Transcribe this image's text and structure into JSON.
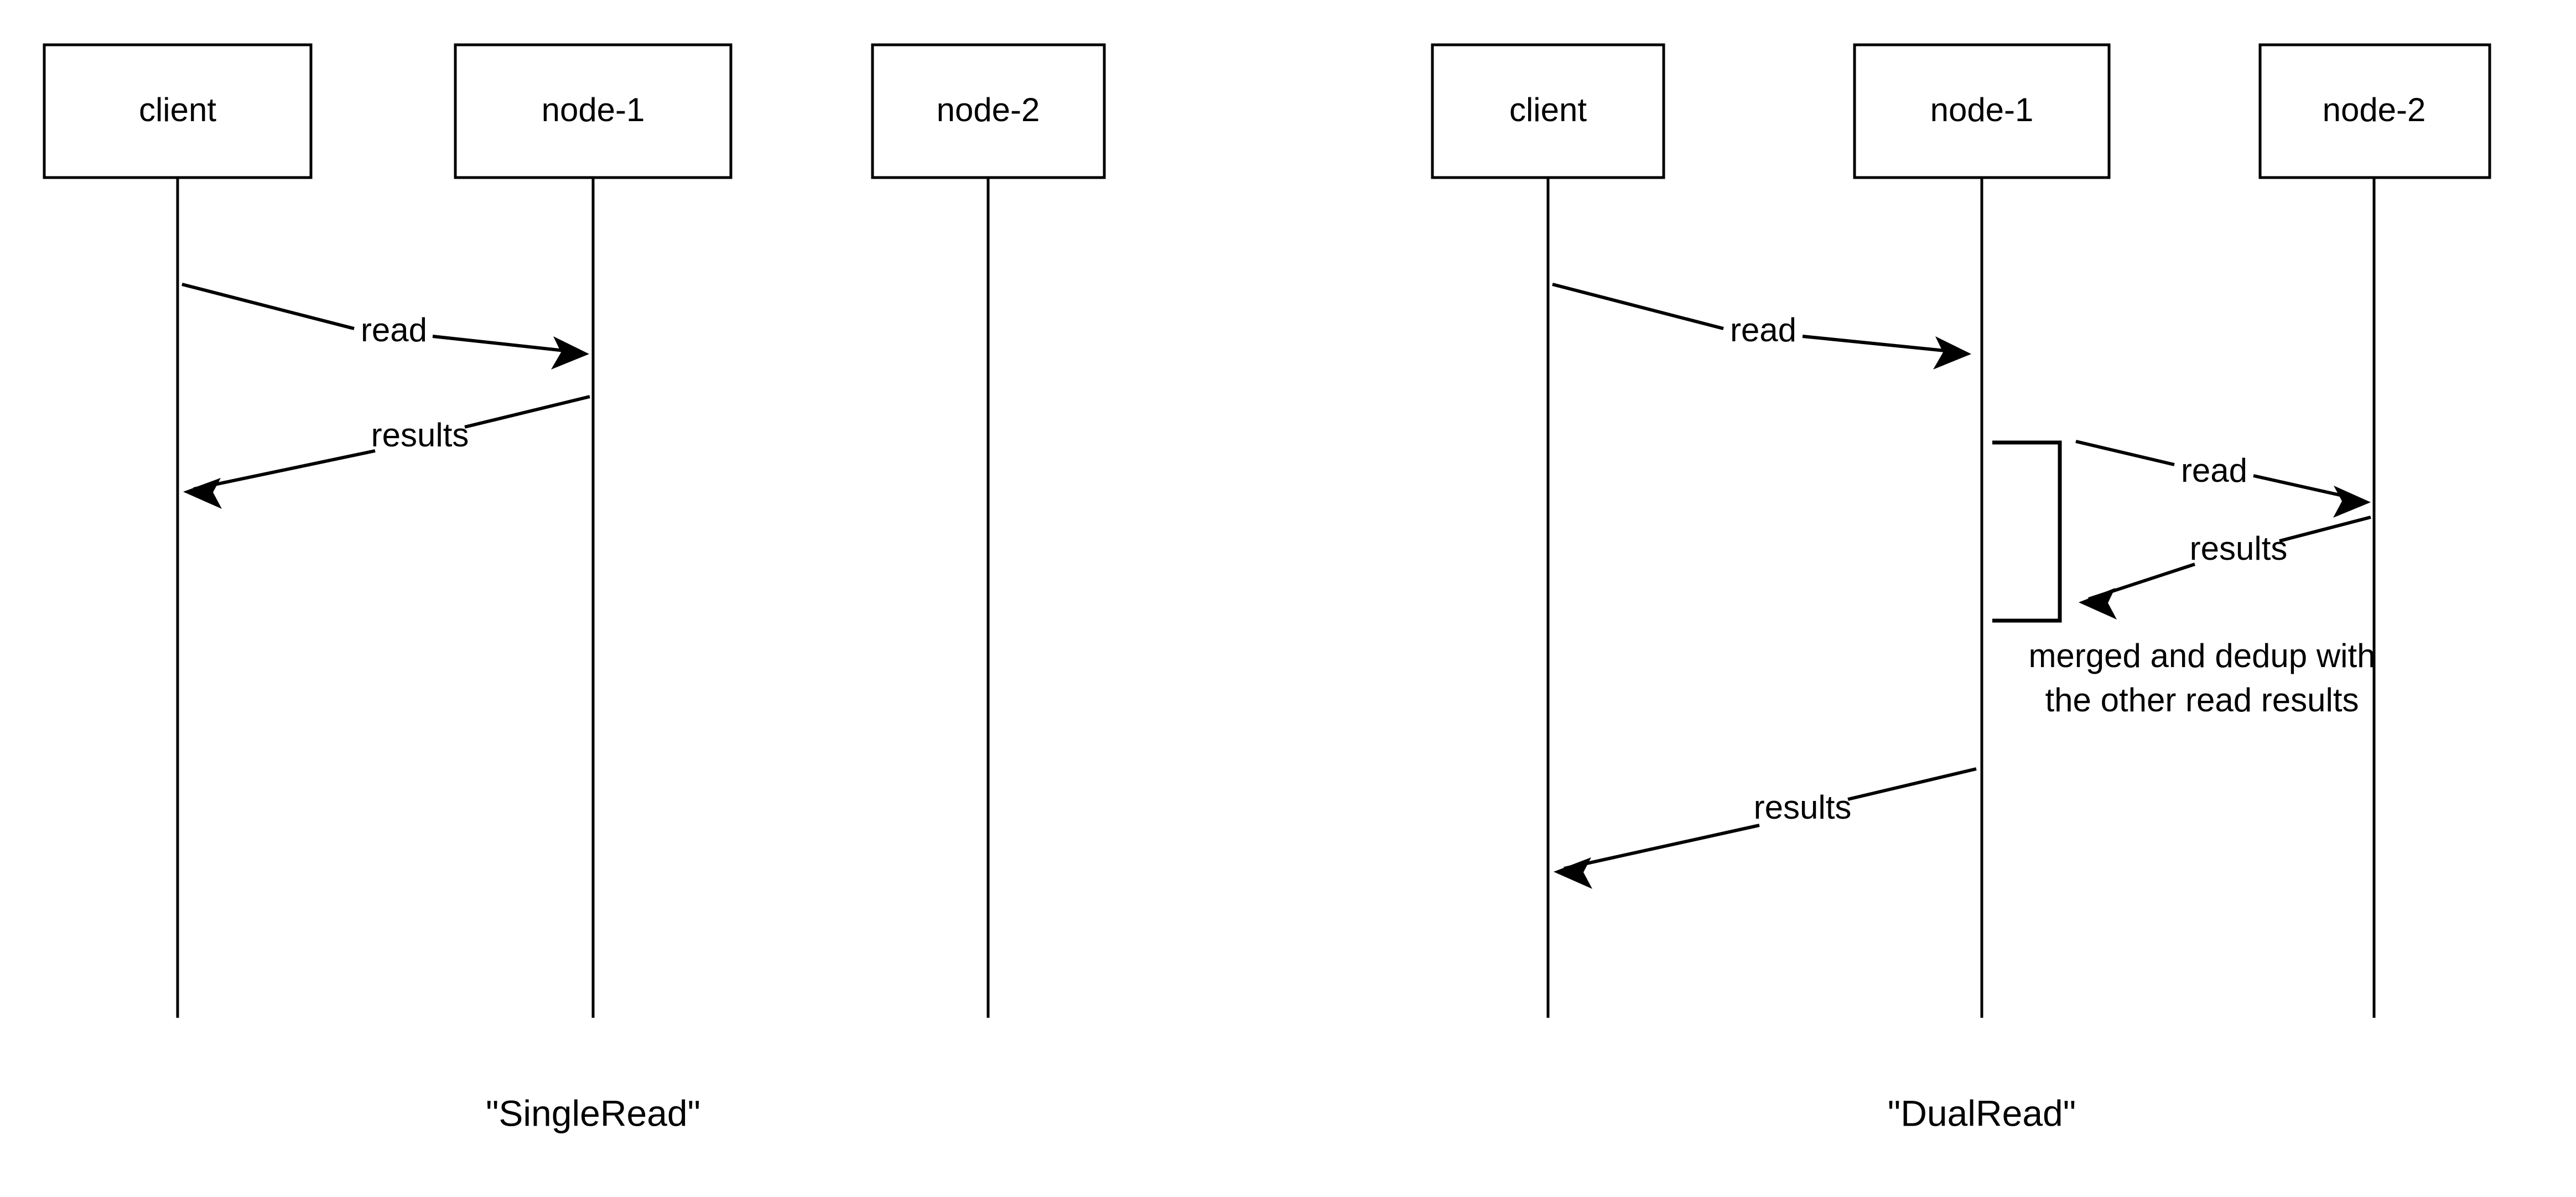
{
  "diagram": {
    "type": "uml-sequence-diagram",
    "style": "hand-drawn-sketch",
    "background_color": "#ffffff",
    "stroke_color": "#000000",
    "panels": [
      {
        "id": "single-read",
        "caption": "\"SingleRead\"",
        "participants": [
          {
            "id": "client",
            "label": "client"
          },
          {
            "id": "node-1",
            "label": "node-1"
          },
          {
            "id": "node-2",
            "label": "node-2"
          }
        ],
        "messages": [
          {
            "label": "read",
            "from": "client",
            "to": "node-1",
            "direction": "right"
          },
          {
            "label": "results",
            "from": "node-1",
            "to": "client",
            "direction": "left"
          }
        ],
        "activations": [],
        "notes": []
      },
      {
        "id": "dual-read",
        "caption": "\"DualRead\"",
        "participants": [
          {
            "id": "client",
            "label": "client"
          },
          {
            "id": "node-1",
            "label": "node-1"
          },
          {
            "id": "node-2",
            "label": "node-2"
          }
        ],
        "messages": [
          {
            "label": "read",
            "from": "client",
            "to": "node-1",
            "direction": "right"
          },
          {
            "label": "read",
            "from": "node-1",
            "to": "node-2",
            "direction": "right"
          },
          {
            "label": "results",
            "from": "node-2",
            "to": "node-1",
            "direction": "left"
          },
          {
            "label": "results",
            "from": "node-1",
            "to": "client",
            "direction": "left"
          }
        ],
        "activations": [
          {
            "on": "node-1",
            "label": ""
          }
        ],
        "notes": [
          {
            "on": "node-1",
            "line1": "merged and dedup with",
            "line2": "the other read results"
          }
        ]
      }
    ]
  },
  "labels": {
    "client": "client",
    "node1": "node-1",
    "node2": "node-2",
    "read": "read",
    "results": "results",
    "note_line1": "merged and dedup with",
    "note_line2": "the other read results",
    "caption_left": "\"SingleRead\"",
    "caption_right": "\"DualRead\""
  }
}
